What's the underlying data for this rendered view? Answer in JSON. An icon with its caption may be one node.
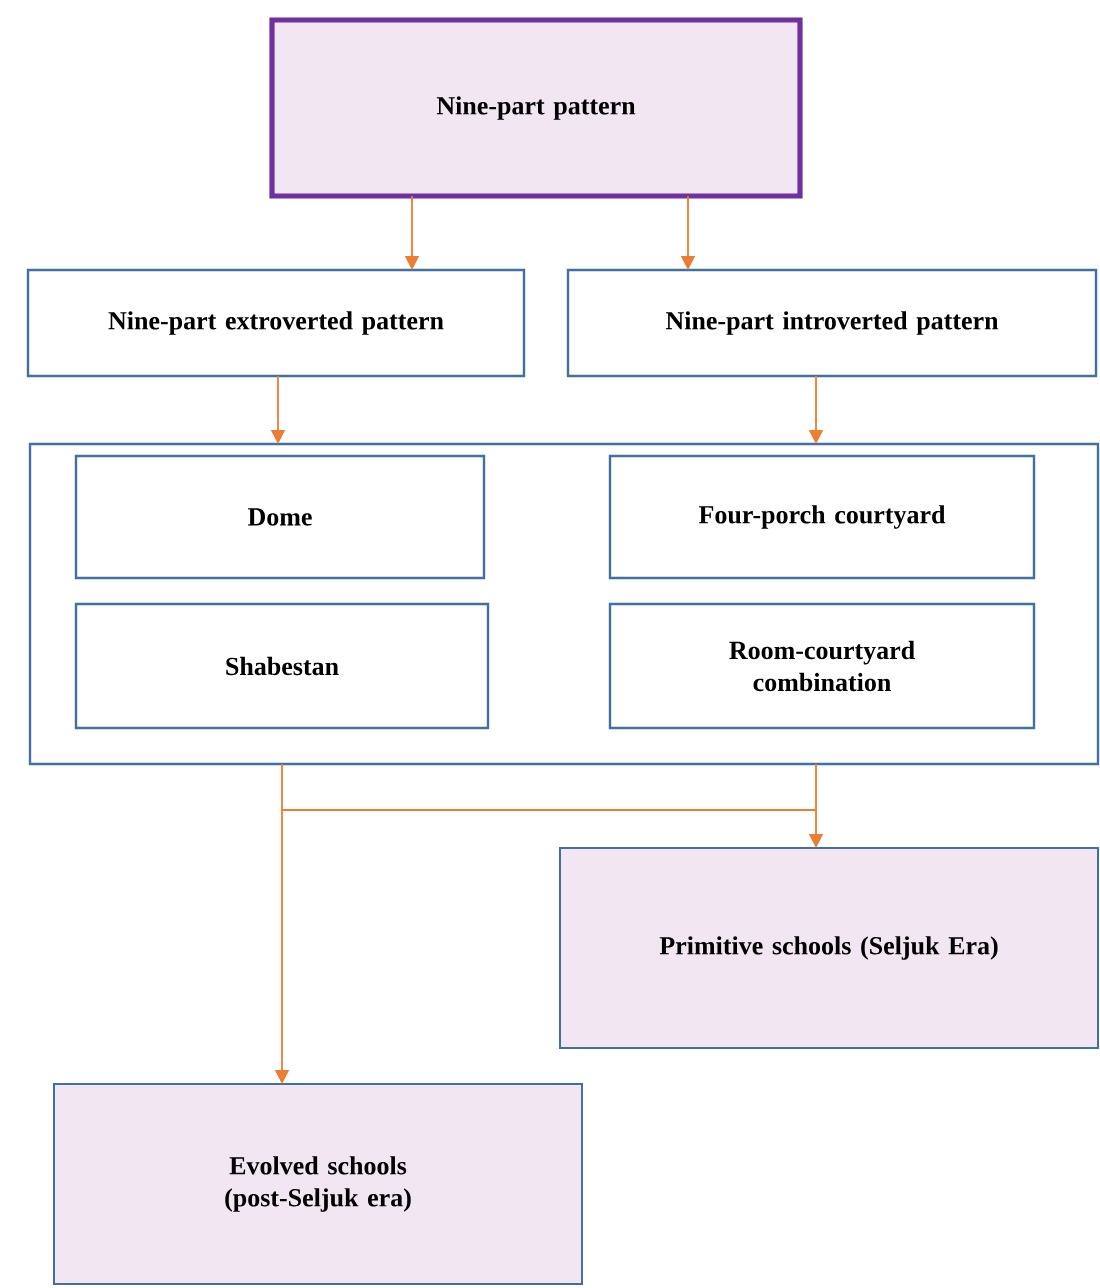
{
  "diagram": {
    "nodes": [
      {
        "text": [
          "Nine-part pattern"
        ]
      },
      {
        "text": [
          "Nine-part extroverted pattern"
        ]
      },
      {
        "text": [
          "Nine-part introverted pattern"
        ]
      },
      {
        "text": [],
        "shape": "box"
      },
      {
        "text": [
          "Dome"
        ],
        "in": 3
      },
      {
        "text": [
          "Four-porch courtyard"
        ],
        "in": 3
      },
      {
        "text": [
          "Shabestan"
        ],
        "in": 3
      },
      {
        "text": [
          "Room-courtyard combination"
        ],
        "in": 3
      },
      {
        "text": [
          "Primitive schools (Seljuk Era)"
        ]
      },
      {
        "text": [
          "Evolved schools (post-Seljuk era)"
        ]
      }
    ],
    "edges": [
      {
        "from": 0,
        "to": 1,
        "arrow": "to"
      },
      {
        "from": 0,
        "to": 2,
        "arrow": "to"
      },
      {
        "from": 1,
        "to": 3,
        "arrow": "to"
      },
      {
        "from": 2,
        "to": 3,
        "arrow": "to"
      },
      {
        "from": 3,
        "to": 8,
        "arrow": "to"
      },
      {
        "from": 3,
        "to": 9,
        "arrow": "to"
      }
    ]
  }
}
